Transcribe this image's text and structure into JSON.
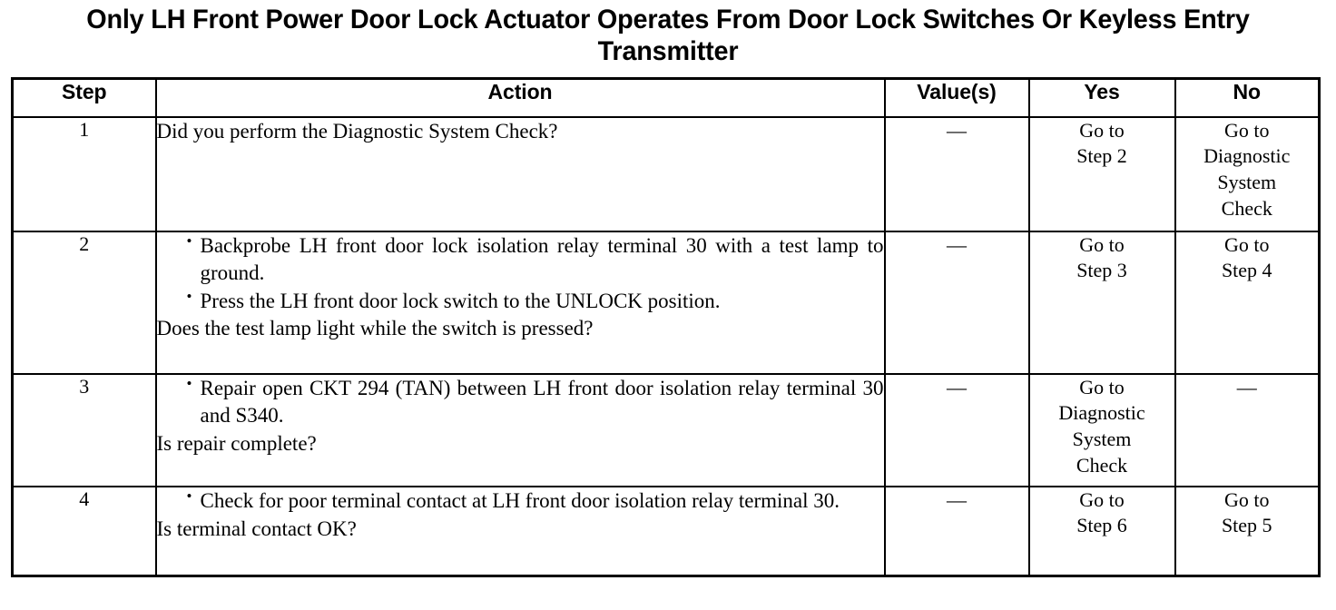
{
  "document": {
    "title": "Only LH Front Power Door Lock Actuator Operates From Door Lock Switches Or Keyless Entry Transmitter"
  },
  "table": {
    "headers": {
      "step": "Step",
      "action": "Action",
      "value": "Value(s)",
      "yes": "Yes",
      "no": "No"
    },
    "rows": [
      {
        "step": "1",
        "bullets": [],
        "tail": "Did you perform the Diagnostic System Check?",
        "value": "—",
        "yes": "Go to\nStep 2",
        "no": "Go to\nDiagnostic\nSystem\nCheck"
      },
      {
        "step": "2",
        "bullets": [
          "Backprobe LH front door lock isolation relay terminal 30 with a test lamp to ground.",
          "Press the LH front door lock switch to the UNLOCK position."
        ],
        "tail": "Does the test lamp light while the switch is pressed?",
        "value": "—",
        "yes": "Go to\nStep 3",
        "no": "Go to\nStep 4"
      },
      {
        "step": "3",
        "bullets": [
          "Repair open CKT 294 (TAN) between LH front door isolation relay terminal 30 and S340."
        ],
        "tail": "Is repair complete?",
        "value": "—",
        "yes": "Go to\nDiagnostic\nSystem\nCheck",
        "no": "—"
      },
      {
        "step": "4",
        "bullets": [
          "Check for poor terminal contact at LH front door isolation relay terminal 30."
        ],
        "tail": "Is terminal contact OK?",
        "value": "—",
        "yes": "Go to\nStep 6",
        "no": "Go to\nStep 5"
      }
    ]
  }
}
